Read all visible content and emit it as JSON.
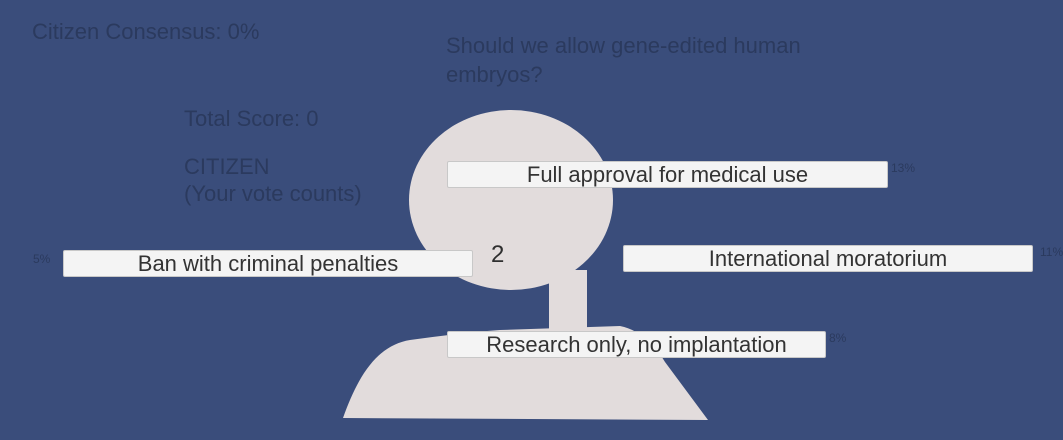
{
  "hud": {
    "consensus": "Citizen Consensus: 0%",
    "question": "Should we allow gene-edited human embryos?",
    "score": "Total Score: 0",
    "role": "CITIZEN",
    "role_sub": "(Your vote counts)",
    "counter": "2"
  },
  "options": [
    {
      "label": "Full approval for medical use",
      "percent": "13%"
    },
    {
      "label": "Ban with criminal penalties",
      "percent": "5%"
    },
    {
      "label": "International moratorium",
      "percent": "11%"
    },
    {
      "label": "Research only, no implantation",
      "percent": "8%"
    }
  ],
  "colors": {
    "background": "#3a4d7b",
    "silhouette": "#e2dcdc",
    "hud_text": "#2b3a5e",
    "button": "#f4f4f4"
  }
}
